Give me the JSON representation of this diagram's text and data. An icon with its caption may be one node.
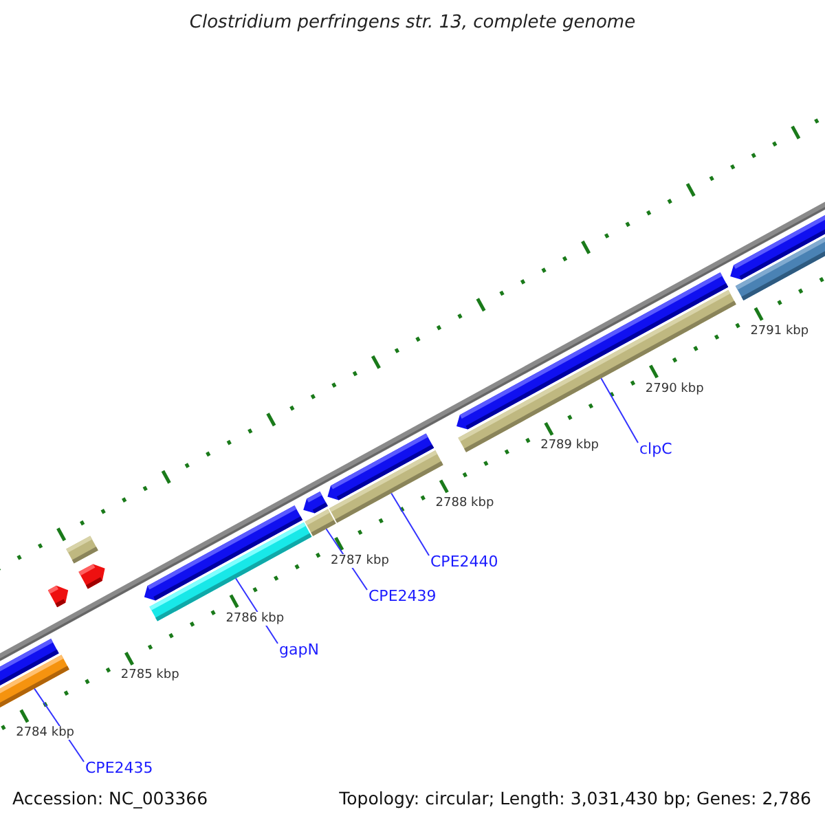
{
  "diagram": {
    "title": "Clostridium perfringens str. 13, complete genome",
    "nodes": [
      {
        "text": [
          "CPE2435"
        ]
      },
      {
        "text": [
          "gapN"
        ]
      },
      {
        "text": [
          "CPE2439"
        ]
      },
      {
        "text": [
          "CPE2440"
        ]
      },
      {
        "text": [
          "clpC"
        ]
      },
      {
        "text": [],
        "shape": "bar"
      },
      {
        "text": [],
        "shape": "bar"
      },
      {
        "text": [],
        "shape": "bar"
      },
      {
        "text": [],
        "shape": "bar"
      },
      {
        "text": [],
        "shape": "bar"
      },
      {
        "text": [],
        "shape": "bar"
      }
    ],
    "edges": [
      {
        "from": 0,
        "to": 6,
        "arrow": "none"
      },
      {
        "from": 1,
        "to": 7,
        "arrow": "none"
      },
      {
        "from": 2,
        "to": 8,
        "arrow": "none"
      },
      {
        "from": 3,
        "to": 9,
        "arrow": "none"
      },
      {
        "from": 4,
        "to": 10,
        "arrow": "none"
      }
    ],
    "labels": [
      "2784 kbp",
      "2785 kbp",
      "2786 kbp",
      "2787 kbp",
      "2788 kbp",
      "2789 kbp",
      "2790 kbp",
      "2791 kbp",
      "Accession: NC_003366",
      "Topology: circular; Length: 3,031,430 bp; Genes: 2,786"
    ]
  }
}
